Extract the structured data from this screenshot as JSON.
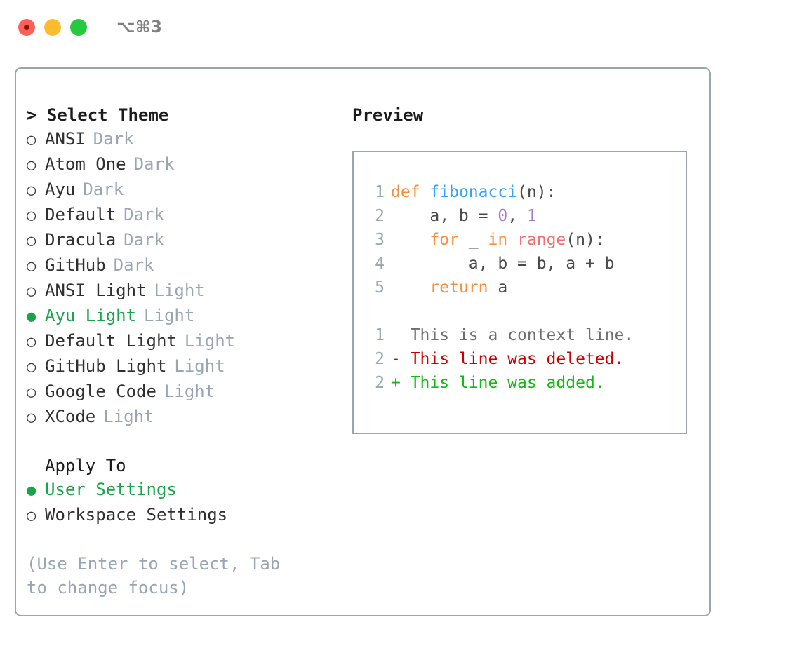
{
  "titlebar": {
    "shortcut": "⌥⌘3",
    "lights": [
      "close",
      "minimize",
      "maximize"
    ]
  },
  "theme_list": {
    "header": "> Select Theme",
    "items": [
      {
        "marker": "○",
        "label": "ANSI",
        "tag": "Dark",
        "selected": false
      },
      {
        "marker": "○",
        "label": "Atom One",
        "tag": "Dark",
        "selected": false
      },
      {
        "marker": "○",
        "label": "Ayu",
        "tag": "Dark",
        "selected": false
      },
      {
        "marker": "○",
        "label": "Default",
        "tag": "Dark",
        "selected": false
      },
      {
        "marker": "○",
        "label": "Dracula",
        "tag": "Dark",
        "selected": false
      },
      {
        "marker": "○",
        "label": "GitHub",
        "tag": "Dark",
        "selected": false
      },
      {
        "marker": "○",
        "label": "ANSI Light",
        "tag": "Light",
        "selected": false
      },
      {
        "marker": "●",
        "label": "Ayu Light",
        "tag": "Light",
        "selected": true
      },
      {
        "marker": "○",
        "label": "Default Light",
        "tag": "Light",
        "selected": false
      },
      {
        "marker": "○",
        "label": "GitHub Light",
        "tag": "Light",
        "selected": false
      },
      {
        "marker": "○",
        "label": "Google Code",
        "tag": "Light",
        "selected": false
      },
      {
        "marker": "○",
        "label": "XCode",
        "tag": "Light",
        "selected": false
      }
    ]
  },
  "apply_to": {
    "header": "Apply To",
    "items": [
      {
        "marker": "●",
        "label": "User Settings",
        "selected": true
      },
      {
        "marker": "○",
        "label": "Workspace Settings",
        "selected": false
      }
    ]
  },
  "hint": "(Use Enter to select, Tab to change focus)",
  "preview": {
    "title": "Preview",
    "code_lines": [
      {
        "no": "1",
        "tokens": [
          {
            "t": "def",
            "c": "kw"
          },
          {
            "t": " ",
            "c": "pl"
          },
          {
            "t": "fibonacci",
            "c": "fn"
          },
          {
            "t": "(n):",
            "c": "pl"
          }
        ]
      },
      {
        "no": "2",
        "tokens": [
          {
            "t": "    a, b = ",
            "c": "pl"
          },
          {
            "t": "0",
            "c": "num"
          },
          {
            "t": ", ",
            "c": "pl"
          },
          {
            "t": "1",
            "c": "num"
          }
        ]
      },
      {
        "no": "3",
        "tokens": [
          {
            "t": "    ",
            "c": "pl"
          },
          {
            "t": "for",
            "c": "kw"
          },
          {
            "t": " _ ",
            "c": "pl"
          },
          {
            "t": "in",
            "c": "kw"
          },
          {
            "t": " ",
            "c": "pl"
          },
          {
            "t": "range",
            "c": "bi"
          },
          {
            "t": "(n):",
            "c": "pl"
          }
        ]
      },
      {
        "no": "4",
        "tokens": [
          {
            "t": "        a, b = b, a + b",
            "c": "pl"
          }
        ]
      },
      {
        "no": "5",
        "tokens": [
          {
            "t": "    ",
            "c": "pl"
          },
          {
            "t": "return",
            "c": "kw"
          },
          {
            "t": " a",
            "c": "pl"
          }
        ]
      }
    ],
    "diff_lines": [
      {
        "no": "1",
        "text": "  This is a context line.",
        "kind": "ctx"
      },
      {
        "no": "2",
        "text": "- This line was deleted.",
        "kind": "del"
      },
      {
        "no": "2",
        "text": "+ This line was added.",
        "kind": "add"
      }
    ]
  },
  "colors": {
    "accent_green": "#18a54a",
    "border": "#9aa5b4",
    "muted": "#9aa5b4",
    "keyword": "#fa8d3e",
    "function": "#36a3f7",
    "number": "#a37acc",
    "builtin": "#f07171",
    "diff_add": "#11bb11",
    "diff_del": "#cc0000"
  }
}
